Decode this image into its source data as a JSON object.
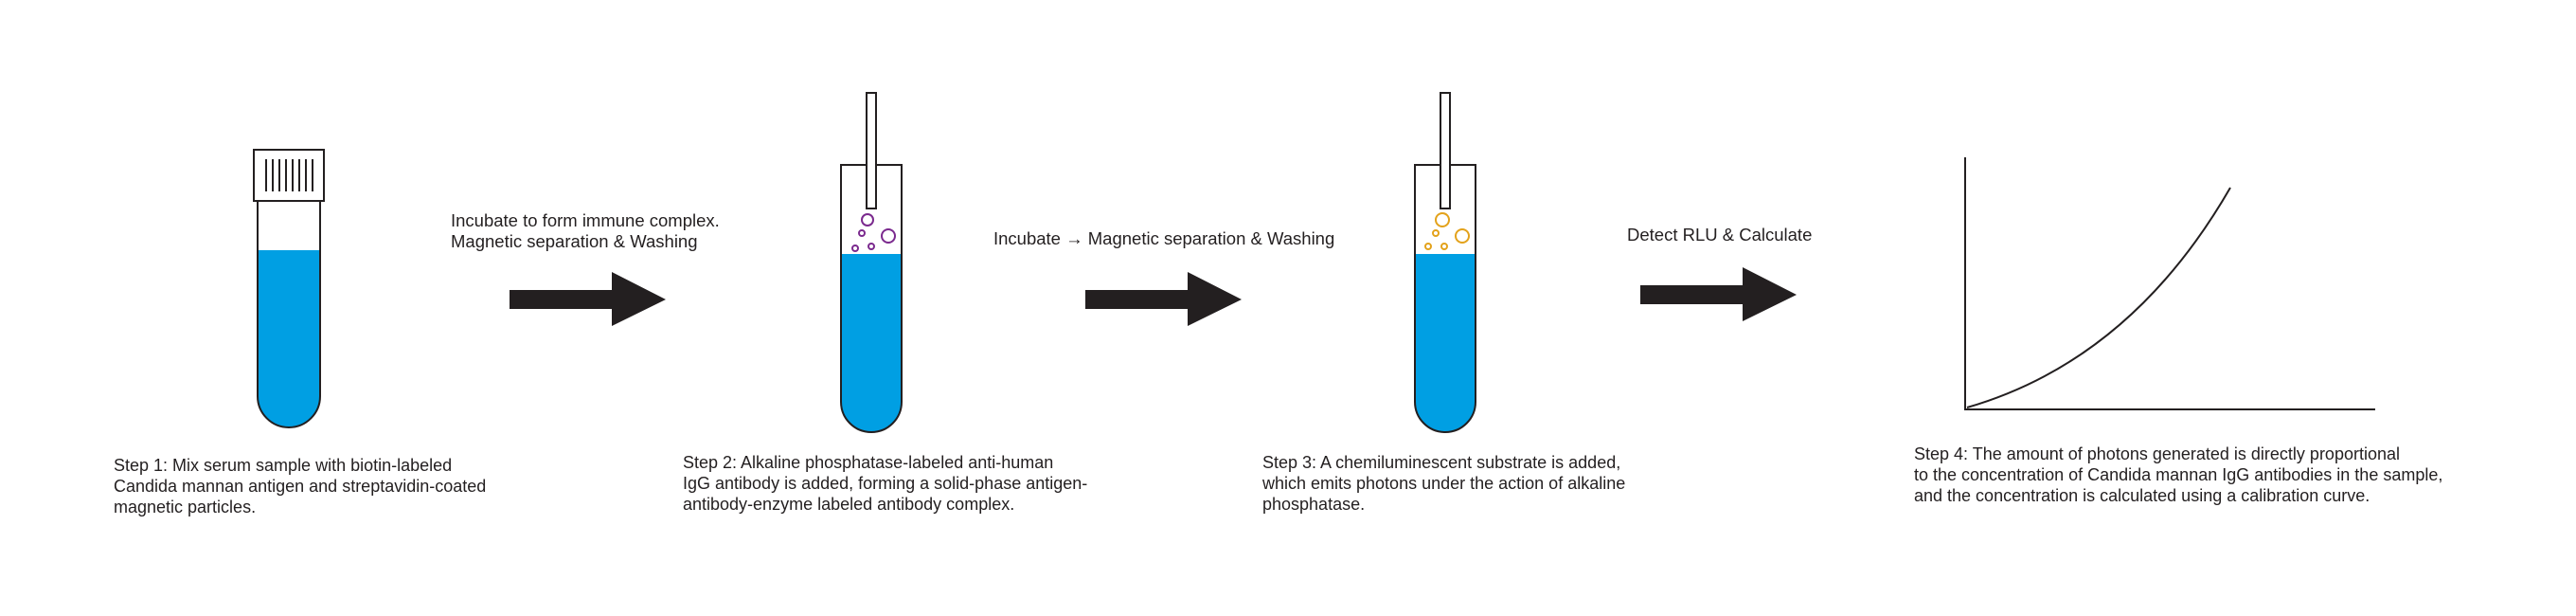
{
  "colors": {
    "liquid": "#009fe3",
    "outline": "#231f20",
    "arrow": "#231f20",
    "enzyme_bubble": "#7b2a8e",
    "photon_bubble": "#e3a21b"
  },
  "steps": [
    {
      "caption": "Step 1: Mix serum sample with biotin-labeled\nCandida mannan antigen and streptavidin-coated\nmagnetic particles."
    },
    {
      "caption": "Step 2: Alkaline phosphatase-labeled anti-human\nIgG antibody is added, forming a solid-phase antigen-\nantibody-enzyme labeled antibody complex."
    },
    {
      "caption": "Step 3: A chemiluminescent substrate is added,\nwhich emits photons under the action of alkaline\nphosphatase."
    },
    {
      "caption": "Step 4: The amount of photons generated is directly proportional\nto the concentration of Candida mannan IgG antibodies in the sample,\nand the concentration is calculated using a calibration curve."
    }
  ],
  "transitions": [
    {
      "label": "Incubate to form immune complex.\nMagnetic separation & Washing"
    },
    {
      "label": "Incubate → Magnetic separation & Washing"
    },
    {
      "label": "Detect RLU & Calculate"
    }
  ]
}
